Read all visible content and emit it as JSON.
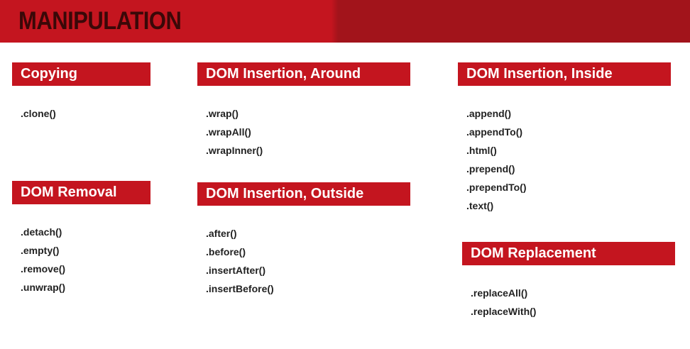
{
  "banner": {
    "title": "MANIPULATION"
  },
  "sections": {
    "copying": {
      "title": "Copying",
      "methods": [
        ".clone()"
      ]
    },
    "removal": {
      "title": "DOM Removal",
      "methods": [
        ".detach()",
        ".empty()",
        ".remove()",
        ".unwrap()"
      ]
    },
    "around": {
      "title": "DOM Insertion, Around",
      "methods": [
        ".wrap()",
        ".wrapAll()",
        ".wrapInner()"
      ]
    },
    "outside": {
      "title": "DOM Insertion, Outside",
      "methods": [
        ".after()",
        ".before()",
        ".insertAfter()",
        ".insertBefore()"
      ]
    },
    "inside": {
      "title": "DOM Insertion, Inside",
      "methods": [
        ".append()",
        ".appendTo()",
        ".html()",
        ".prepend()",
        ".prependTo()",
        ".text()"
      ]
    },
    "replacement": {
      "title": "DOM Replacement",
      "methods": [
        ".replaceAll()",
        ".replaceWith()"
      ]
    }
  },
  "colors": {
    "accent": "#c4151f",
    "accent_dark": "#a2141b",
    "banner_text": "#3a0808"
  }
}
